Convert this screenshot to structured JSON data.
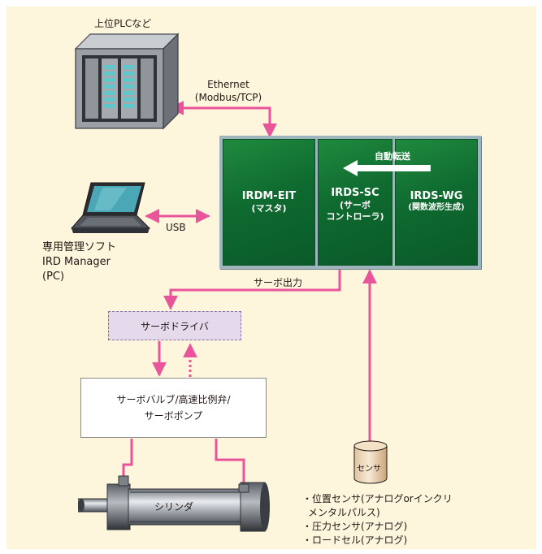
{
  "plc": {
    "label": "上位PLCなど"
  },
  "ethernet": {
    "line1": "Ethernet",
    "line2": "(Modbus/TCP)"
  },
  "pc": {
    "usb_label": "USB",
    "line1": "専用管理ソフト",
    "line2": "IRD Manager",
    "line3": "(PC)"
  },
  "modules": {
    "transfer_label": "自動転送",
    "eit": {
      "line1": "IRDM-EIT",
      "line2": "(マスタ)"
    },
    "sc": {
      "line1": "IRDS-SC",
      "line2": "(サーボ",
      "line3": "コントローラ)"
    },
    "wg": {
      "line1": "IRDS-WG",
      "line2": "(関数波形生成)"
    }
  },
  "servo_output": {
    "label": "サーボ出力"
  },
  "driver": {
    "label": "サーボドライバ"
  },
  "valve": {
    "line1": "サーボバルブ/高速比例弁/",
    "line2": "サーボポンプ"
  },
  "cylinder": {
    "label": "シリンダ"
  },
  "sensor": {
    "label": "センサ"
  },
  "sensor_list": {
    "line1": "・位置センサ(アナログorインクリ",
    "line2": "メンタルパルス)",
    "line3": "・圧力センサ(アナログ)",
    "line4": "・ロードセル(アナログ)"
  },
  "colors": {
    "background": "#fdf5dc",
    "connector": "#e8559a",
    "module": "#0f6b30",
    "driver_fill": "#e5d9ec",
    "driver_border": "#8b6fa8"
  }
}
